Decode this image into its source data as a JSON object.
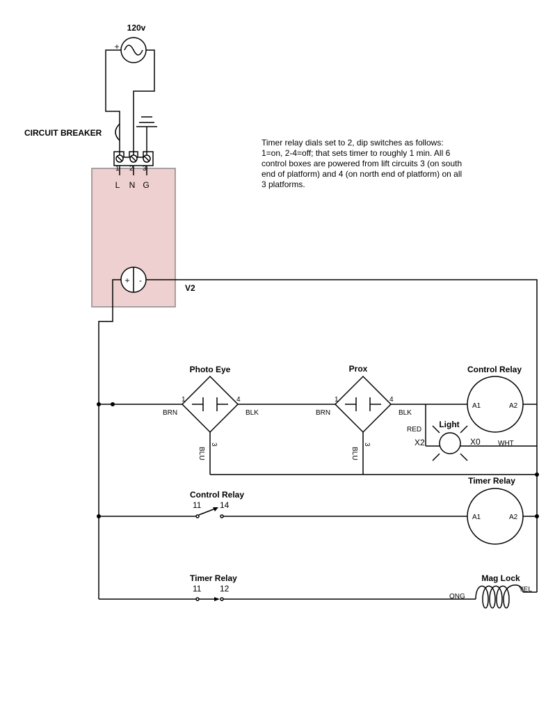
{
  "source": {
    "label": "120v",
    "plus": "+"
  },
  "breaker": {
    "label": "CIRCUIT BREAKER"
  },
  "terminal_block": {
    "terminal_numbers": [
      "1",
      "2",
      "3"
    ],
    "letters": [
      "L",
      "N",
      "G"
    ]
  },
  "power_supply": {
    "label": "V2",
    "plus": "+",
    "minus": "-"
  },
  "note": {
    "lines": [
      "Timer relay dials set to 2, dip switches as follows:",
      "1=on, 2-4=off; that sets timer to roughly 1 min. All 6",
      "control boxes are powered from lift circuits 3 (on south",
      "end of platform) and 4 (on north end of platform) on all",
      "3 platforms."
    ]
  },
  "photo_eye": {
    "label": "Photo Eye",
    "pin1": "1",
    "pin3": "3",
    "pin4": "4",
    "wire_left": "BRN",
    "wire_right": "BLK",
    "wire_bottom": "BLU"
  },
  "prox": {
    "label": "Prox",
    "pin1": "1",
    "pin3": "3",
    "pin4": "4",
    "wire_left": "BRN",
    "wire_right": "BLK",
    "wire_bottom": "BLU"
  },
  "control_relay_coil": {
    "label": "Control Relay",
    "a1": "A1",
    "a2": "A2"
  },
  "light": {
    "label": "Light",
    "red": "RED",
    "x2": "X2",
    "x0": "X0",
    "wht": "WHT"
  },
  "control_relay_contact": {
    "label": "Control Relay",
    "pin_a": "11",
    "pin_b": "14"
  },
  "timer_relay_coil": {
    "label": "Timer Relay",
    "a1": "A1",
    "a2": "A2"
  },
  "timer_relay_contact": {
    "label": "Timer Relay",
    "pin_a": "11",
    "pin_b": "12"
  },
  "mag_lock": {
    "label": "Mag Lock",
    "ong": "ONG",
    "yel": "YEL"
  },
  "colors": {
    "power_supply_fill": "#efd0d0",
    "power_supply_stroke": "#888888",
    "wire": "#000000"
  }
}
